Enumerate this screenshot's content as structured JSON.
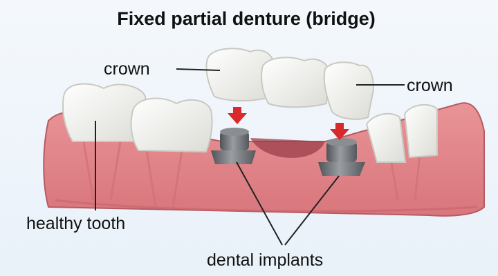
{
  "title": "Fixed partial denture (bridge)",
  "labels": {
    "crown_left": "crown",
    "crown_right": "crown",
    "healthy_tooth": "healthy tooth",
    "dental_implants": "dental implants"
  },
  "colors": {
    "gum": "#e3878b",
    "gum_dark": "#c9626a",
    "tooth": "#fbfbf8",
    "tooth_shade": "#d8d8d3",
    "implant": "#707377",
    "arrow": "#d9292a"
  }
}
